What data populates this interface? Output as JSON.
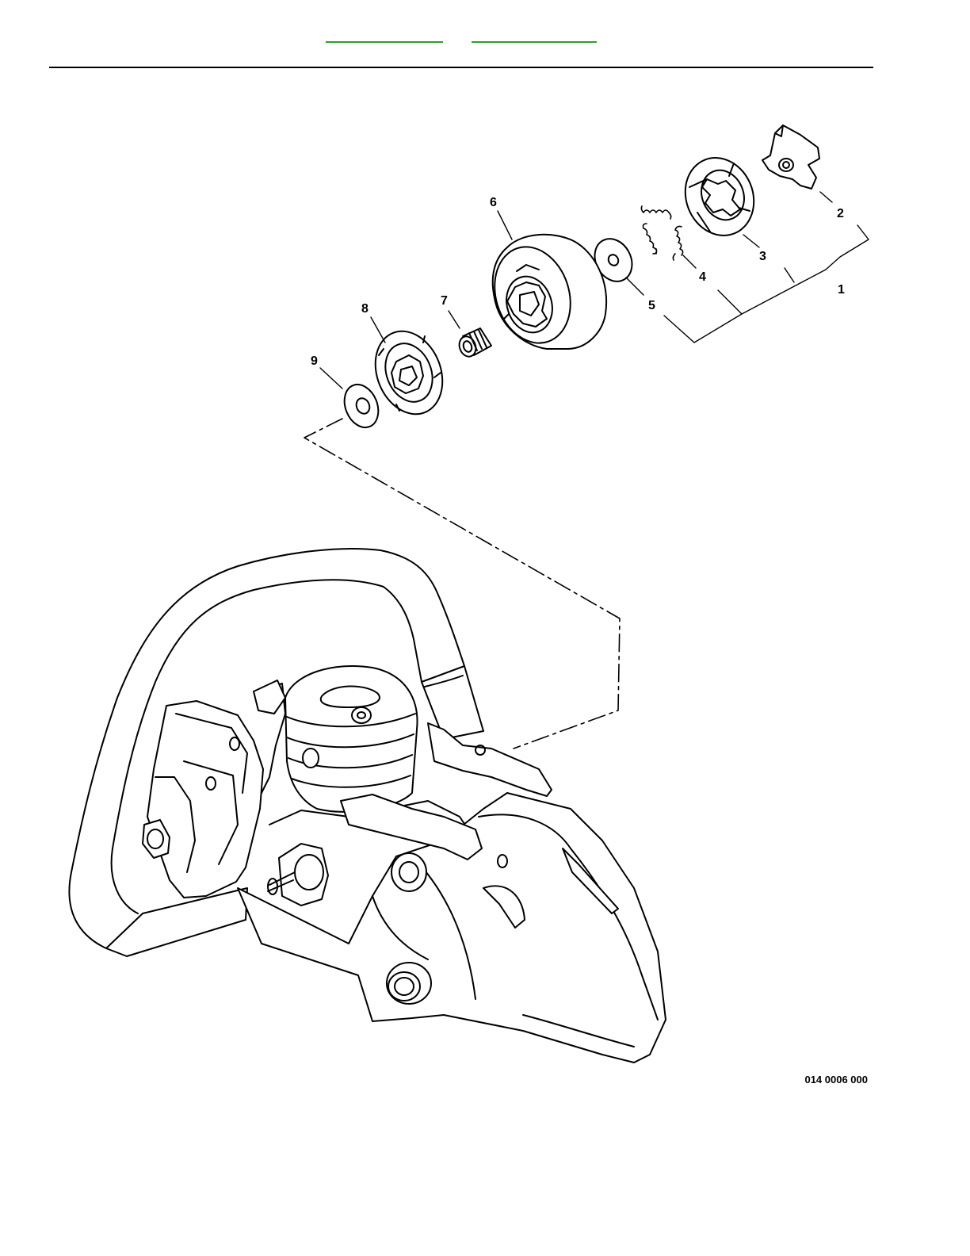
{
  "header": {
    "links": [
      "",
      ""
    ]
  },
  "diagram": {
    "figure_id": "014 0006 000",
    "callouts": [
      "1",
      "2",
      "3",
      "4",
      "5",
      "6",
      "7",
      "8",
      "9"
    ]
  }
}
